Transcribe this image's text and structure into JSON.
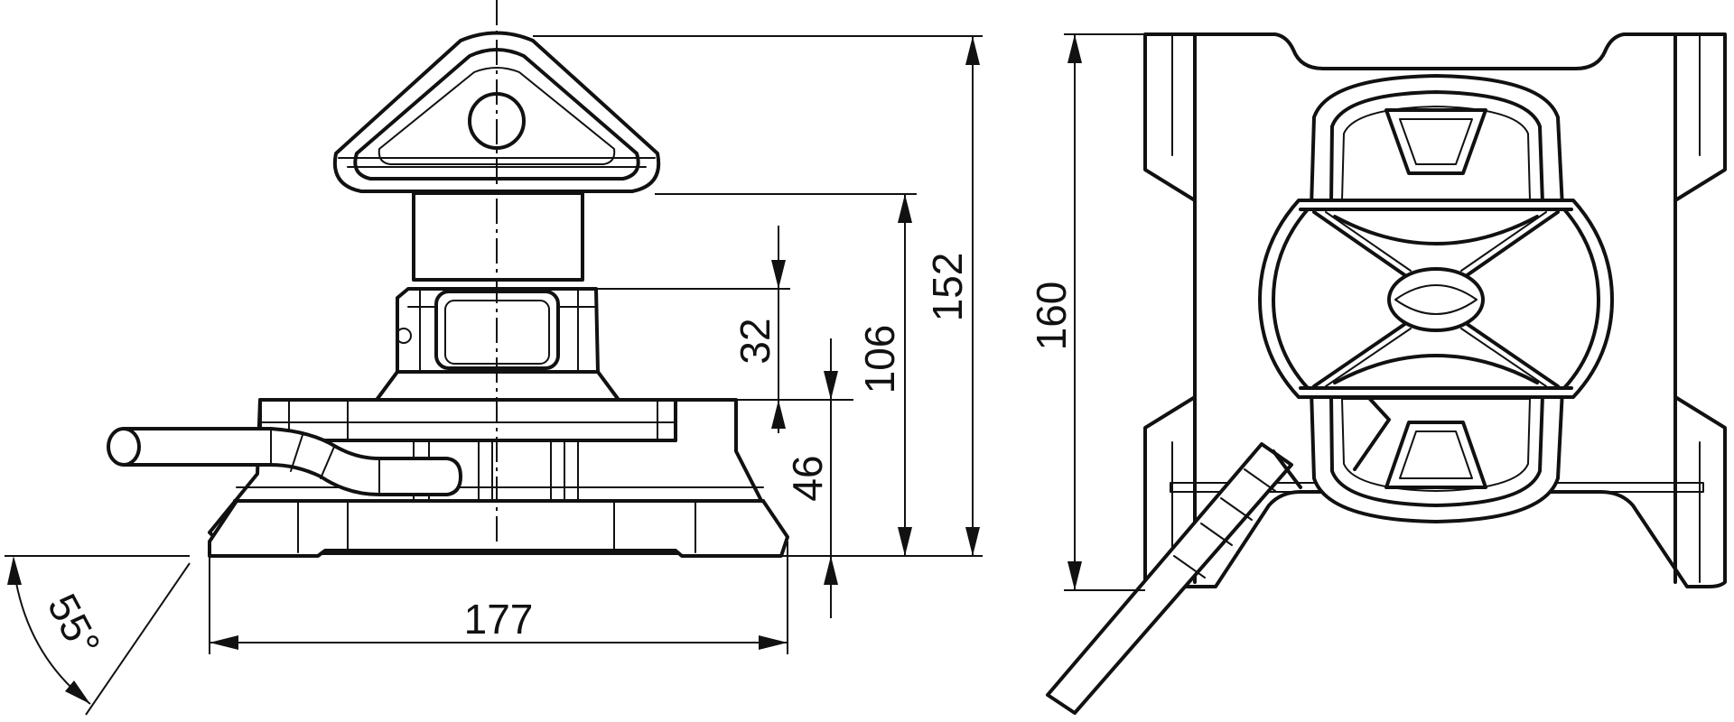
{
  "drawing": {
    "colors": {
      "line": "#111111",
      "background": "#ffffff"
    },
    "dimensions": {
      "height_total": "152",
      "height_to_head": "106",
      "height_32": "32",
      "height_base": "46",
      "width_base": "177",
      "angle": "55°",
      "height_top_view": "160"
    }
  }
}
